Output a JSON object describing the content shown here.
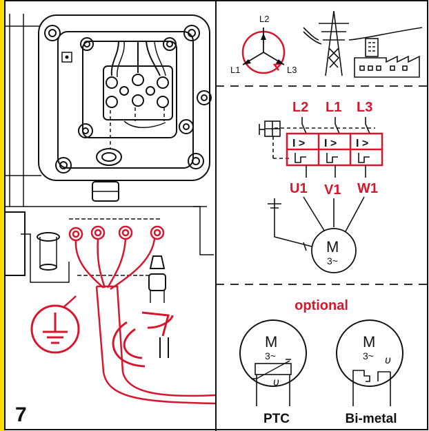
{
  "step_number": "7",
  "supply": {
    "phase_top": "L2",
    "phase_left": "L1",
    "phase_right": "L3"
  },
  "wiring": {
    "lines": [
      "L2",
      "L1",
      "L3"
    ],
    "terminals": [
      "U1",
      "V1",
      "W1"
    ],
    "overload_label": "I >",
    "motor_symbol": "M",
    "motor_phase": "3~"
  },
  "optional_section": {
    "heading": "optional",
    "ptc": {
      "label": "PTC",
      "motor_symbol": "M",
      "motor_phase": "3~",
      "theta": "υ"
    },
    "bimetal": {
      "label": "Bi-metal",
      "motor_symbol": "M",
      "motor_phase": "3~",
      "theta": "υ"
    }
  },
  "colors": {
    "accent_red": "#d8152b",
    "line_black": "#111111",
    "strip_yellow": "#f7e000"
  },
  "icons": [
    "ground-icon",
    "rotation-arrow-icon",
    "power-pylon-icon",
    "factory-icon",
    "phase-rotation-icon"
  ]
}
